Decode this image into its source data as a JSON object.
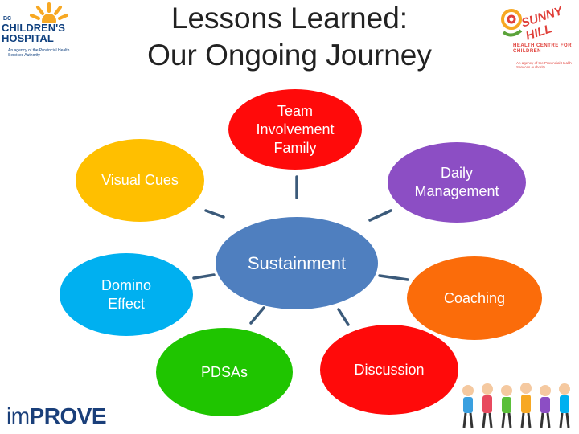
{
  "title": {
    "line1": "Lessons Learned:",
    "line2": "Our Ongoing Journey"
  },
  "logos": {
    "left": {
      "bc": "BC",
      "name": "CHILDREN'S HOSPITAL",
      "tagline": "An agency of the Provincial Health Services Authority"
    },
    "right": {
      "name": "SUNNY HILL",
      "subtitle": "HEALTH CENTRE FOR CHILDREN",
      "tagline": "An agency of the Provincial Health Services Authority"
    },
    "bottom_prefix": "im",
    "bottom_main": "PROVE"
  },
  "diagram": {
    "center": {
      "label": "Sustainment",
      "color": "#4f7fbf"
    },
    "nodes": [
      {
        "id": "team",
        "label": "Team\nInvolvement\nFamily",
        "color": "#ff0a0a"
      },
      {
        "id": "daily",
        "label": "Daily\nManagement",
        "color": "#8c4ec4"
      },
      {
        "id": "visual",
        "label": "Visual Cues",
        "color": "#ffbf00"
      },
      {
        "id": "domino",
        "label": "Domino\nEffect",
        "color": "#00b0f0"
      },
      {
        "id": "coaching",
        "label": "Coaching",
        "color": "#fb6c0a"
      },
      {
        "id": "pdsas",
        "label": "PDSAs",
        "color": "#1fc500"
      },
      {
        "id": "discussion",
        "label": "Discussion",
        "color": "#ff0a0a"
      }
    ],
    "connector_color": "#3b5a7a"
  }
}
